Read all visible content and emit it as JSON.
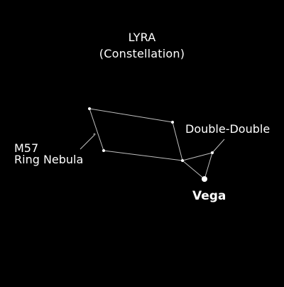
{
  "title": {
    "name": "LYRA",
    "subtitle": "(Constellation)"
  },
  "labels": {
    "double_double": "Double-Double",
    "m57": "M57",
    "ring_nebula": "Ring Nebula",
    "vega": "Vega"
  },
  "colors": {
    "background": "#000000",
    "foreground": "#ffffff",
    "lines": "#bfbfbf",
    "nebula_marker": "#8a8a8a"
  }
}
